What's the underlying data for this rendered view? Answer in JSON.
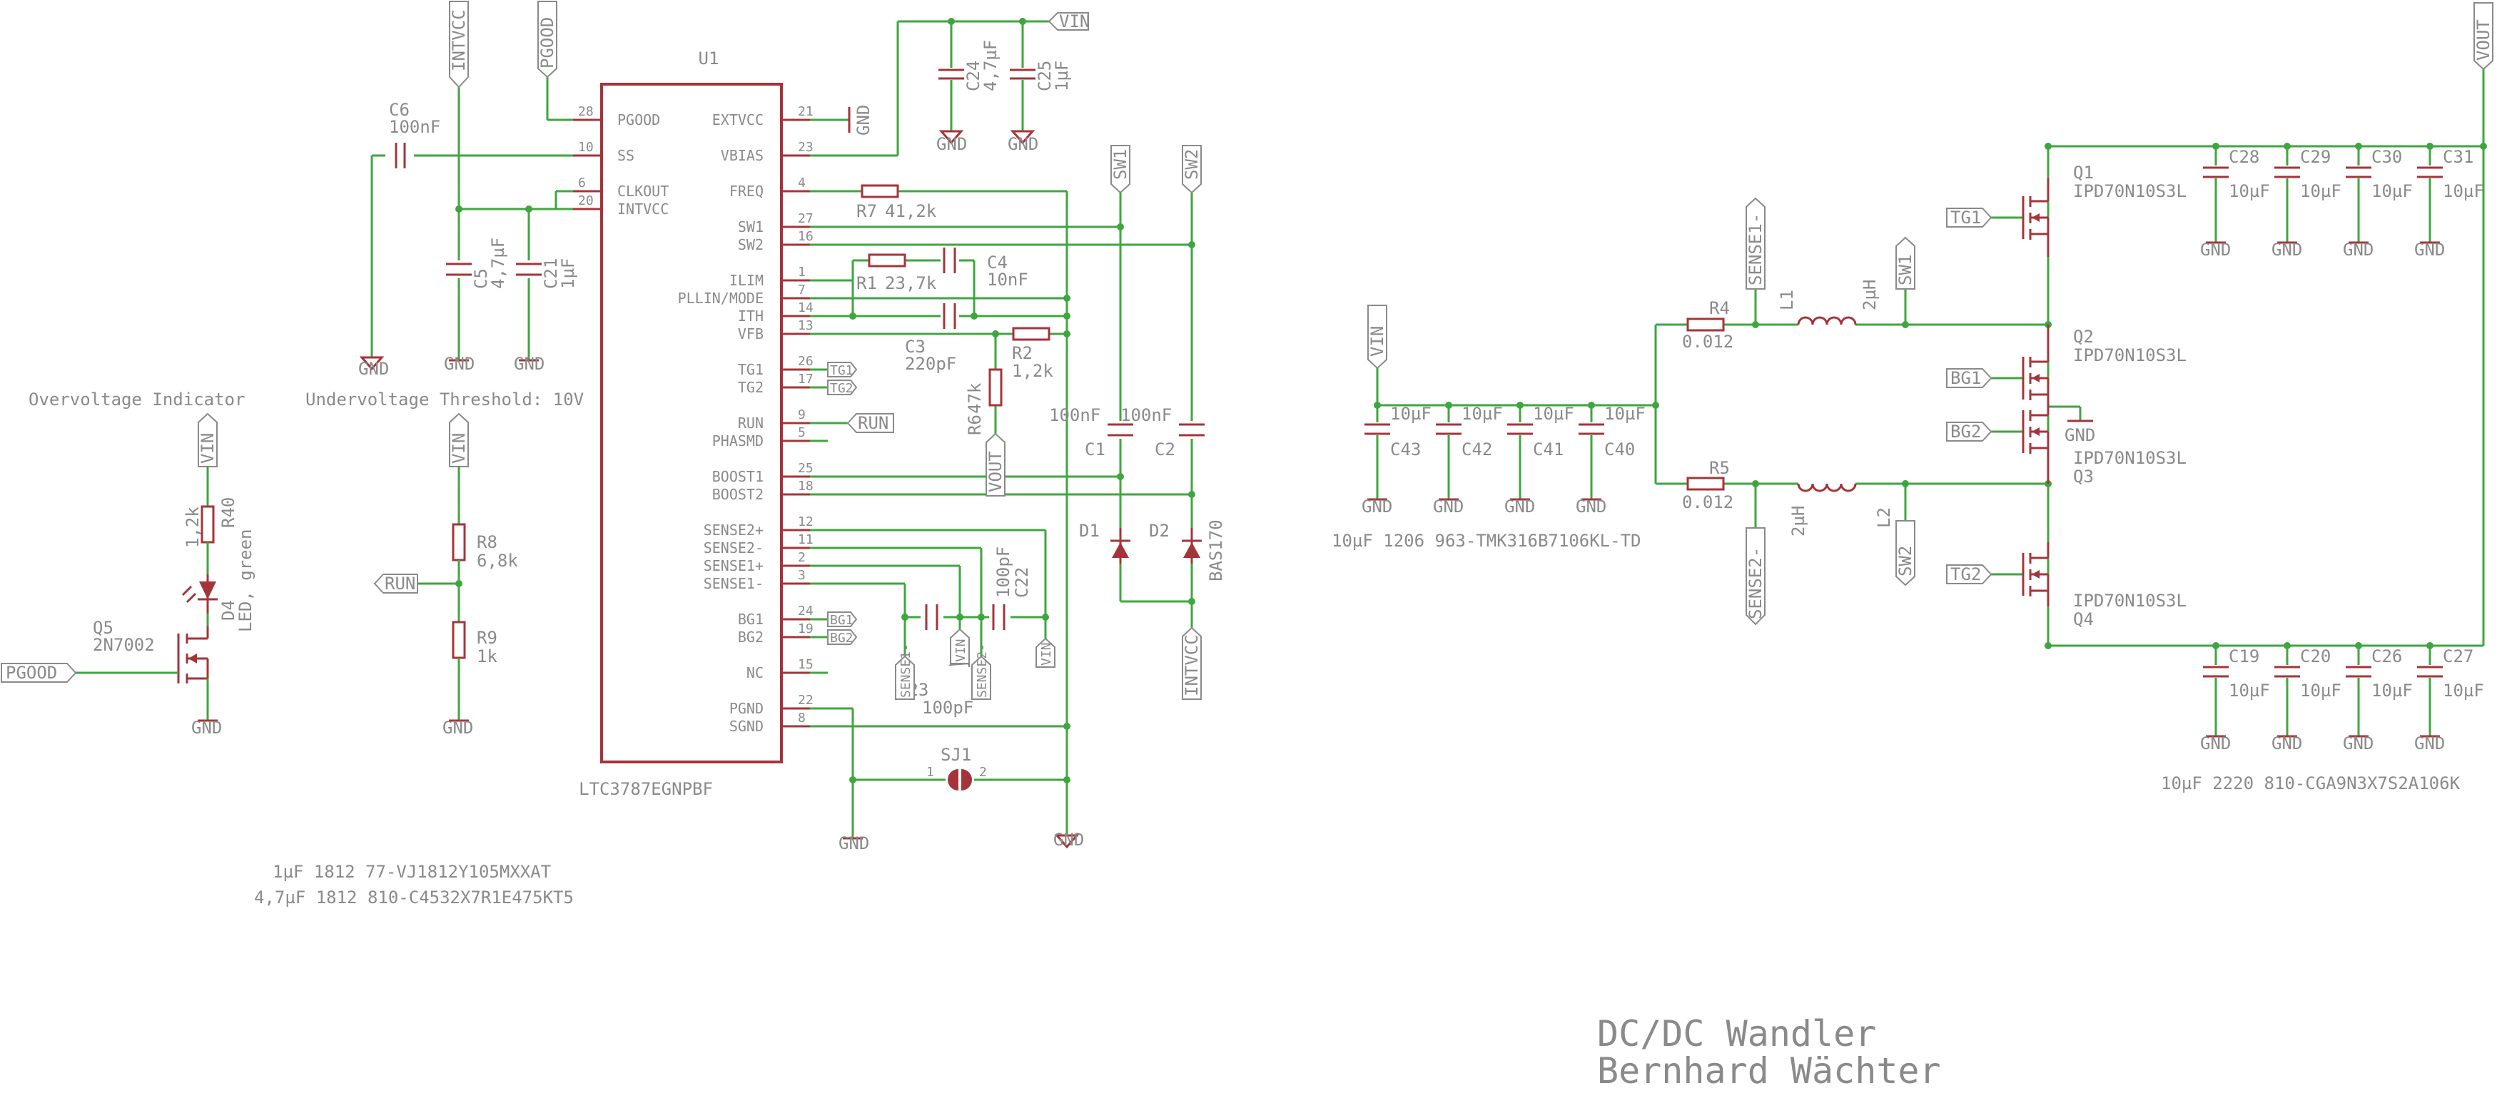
{
  "ic": {
    "ref": "U1",
    "part": "LTC3787EGNPBF",
    "left_pins": [
      {
        "num": "28",
        "name": "PGOOD"
      },
      {
        "num": "10",
        "name": "SS"
      },
      {
        "num": "6",
        "name": "CLKOUT"
      },
      {
        "num": "20",
        "name": "INTVCC"
      }
    ],
    "right_pins": [
      {
        "num": "21",
        "name": "EXTVCC"
      },
      {
        "num": "23",
        "name": "VBIAS"
      },
      {
        "num": "4",
        "name": "FREQ"
      },
      {
        "num": "27",
        "name": "SW1"
      },
      {
        "num": "16",
        "name": "SW2"
      },
      {
        "num": "1",
        "name": "ILIM"
      },
      {
        "num": "7",
        "name": "PLLIN/MODE"
      },
      {
        "num": "14",
        "name": "ITH"
      },
      {
        "num": "13",
        "name": "VFB"
      },
      {
        "num": "26",
        "name": "TG1"
      },
      {
        "num": "17",
        "name": "TG2"
      },
      {
        "num": "9",
        "name": "RUN"
      },
      {
        "num": "5",
        "name": "PHASMD"
      },
      {
        "num": "25",
        "name": "BOOST1"
      },
      {
        "num": "18",
        "name": "BOOST2"
      },
      {
        "num": "12",
        "name": "SENSE2+"
      },
      {
        "num": "11",
        "name": "SENSE2-"
      },
      {
        "num": "2",
        "name": "SENSE1+"
      },
      {
        "num": "3",
        "name": "SENSE1-"
      },
      {
        "num": "24",
        "name": "BG1"
      },
      {
        "num": "19",
        "name": "BG2"
      },
      {
        "num": "15",
        "name": "NC"
      },
      {
        "num": "22",
        "name": "PGND"
      },
      {
        "num": "8",
        "name": "SGND"
      }
    ]
  },
  "nets": {
    "vin": "VIN",
    "vout": "VOUT",
    "gnd": "GND",
    "intvcc": "INTVCC",
    "pgood": "PGOOD",
    "run": "RUN",
    "sw1": "SW1",
    "sw2": "SW2",
    "tg1": "TG1",
    "tg2": "TG2",
    "bg1": "BG1",
    "bg2": "BG2",
    "sense1m": "SENSE1-",
    "sense2m": "SENSE2-"
  },
  "components": {
    "c6": {
      "ref": "C6",
      "value": "100nF"
    },
    "c5": {
      "ref": "C5",
      "value": "4,7µF"
    },
    "c21": {
      "ref": "C21",
      "value": "1µF"
    },
    "c24": {
      "ref": "C24",
      "value": "4,7µF"
    },
    "c25": {
      "ref": "C25",
      "value": "1µF"
    },
    "r7": {
      "ref": "R7",
      "value": "41,2k"
    },
    "r1": {
      "ref": "R1",
      "value": "23,7k"
    },
    "c4": {
      "ref": "C4",
      "value": "10nF"
    },
    "c3": {
      "ref": "C3",
      "value": "220pF"
    },
    "r2": {
      "ref": "R2",
      "value": "1,2k"
    },
    "r6": {
      "ref": "R6",
      "value": "47k"
    },
    "c1": {
      "ref": "C1",
      "value": "100nF"
    },
    "c2": {
      "ref": "C2",
      "value": "100nF"
    },
    "d1": {
      "ref": "D1"
    },
    "d2": {
      "ref": "D2",
      "value": "BAS170"
    },
    "c23": {
      "ref": "C23",
      "value": "100pF"
    },
    "c22": {
      "ref": "C22",
      "value": "100pF"
    },
    "sj1": {
      "ref": "SJ1",
      "pin1": "1",
      "pin2": "2"
    },
    "r40": {
      "ref": "R40",
      "value": "1,2k"
    },
    "d4": {
      "ref": "D4",
      "value": "LED, green"
    },
    "q5": {
      "ref": "Q5",
      "value": "2N7002"
    },
    "r8": {
      "ref": "R8",
      "value": "6,8k"
    },
    "r9": {
      "ref": "R9",
      "value": "1k"
    },
    "r4": {
      "ref": "R4",
      "value": "0.012"
    },
    "r5": {
      "ref": "R5",
      "value": "0.012"
    },
    "l1": {
      "ref": "L1",
      "value": "2µH"
    },
    "l2": {
      "ref": "L2",
      "value": "2µH"
    },
    "q1": {
      "ref": "Q1",
      "value": "IPD70N10S3L"
    },
    "q2": {
      "ref": "Q2",
      "value": "IPD70N10S3L"
    },
    "q3": {
      "ref": "Q3",
      "value": "IPD70N10S3L"
    },
    "q4": {
      "ref": "Q4",
      "value": "IPD70N10S3L"
    },
    "c43": {
      "ref": "C43",
      "value": "10µF"
    },
    "c42": {
      "ref": "C42",
      "value": "10µF"
    },
    "c41": {
      "ref": "C41",
      "value": "10µF"
    },
    "c40": {
      "ref": "C40",
      "value": "10µF"
    },
    "c28": {
      "ref": "C28",
      "value": "10µF"
    },
    "c29": {
      "ref": "C29",
      "value": "10µF"
    },
    "c30": {
      "ref": "C30",
      "value": "10µF"
    },
    "c31": {
      "ref": "C31",
      "value": "10µF"
    },
    "c19": {
      "ref": "C19",
      "value": "10µF"
    },
    "c20": {
      "ref": "C20",
      "value": "10µF"
    },
    "c26": {
      "ref": "C26",
      "value": "10µF"
    },
    "c27": {
      "ref": "C27",
      "value": "10µF"
    }
  },
  "notes": {
    "overvoltage": "Overvoltage Indicator",
    "undervoltage": "Undervoltage Threshold: 10V",
    "cap_1uf": "1µF 1812 77-VJ1812Y105MXXAT",
    "cap_47uf": "4,7µF 1812 810-C4532X7R1E475KT5",
    "cap_input": "10µF 1206 963-TMK316B7106KL-TD",
    "cap_output": "10µF 2220 810-CGA9N3X7S2A106K"
  },
  "title_block": {
    "title": "DC/DC Wandler",
    "author": "Bernhard Wächter"
  },
  "colors": {
    "wire": "#3fa63f",
    "component": "#a4343a",
    "text": "#8a8a8a"
  }
}
